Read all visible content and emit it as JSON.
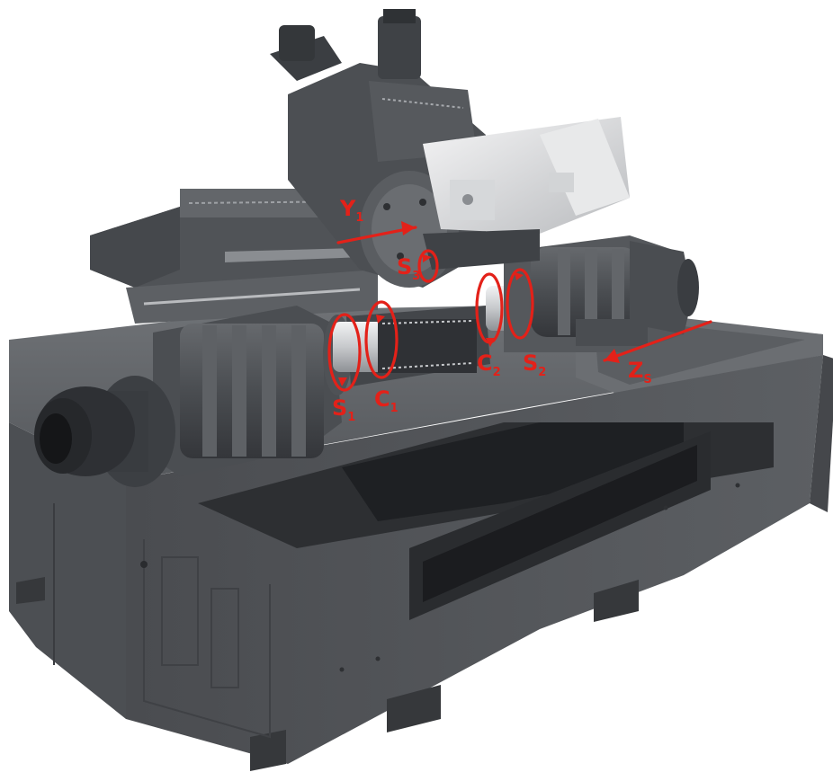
{
  "colors": {
    "background": "#ffffff",
    "annotation": "#e32119",
    "machine_dark": "#3b3d40",
    "machine_mid": "#55585c",
    "machine_light": "#7a7d81",
    "metal": "#c9cbcd"
  },
  "annotations": {
    "y1": {
      "main": "Y",
      "sub": "1"
    },
    "s3": {
      "main": "S",
      "sub": "3"
    },
    "s1": {
      "main": "S",
      "sub": "1"
    },
    "c1": {
      "main": "C",
      "sub": "1"
    },
    "c2": {
      "main": "C",
      "sub": "2"
    },
    "s2": {
      "main": "S",
      "sub": "2"
    },
    "zs": {
      "main": "Z",
      "sub": "S"
    }
  }
}
